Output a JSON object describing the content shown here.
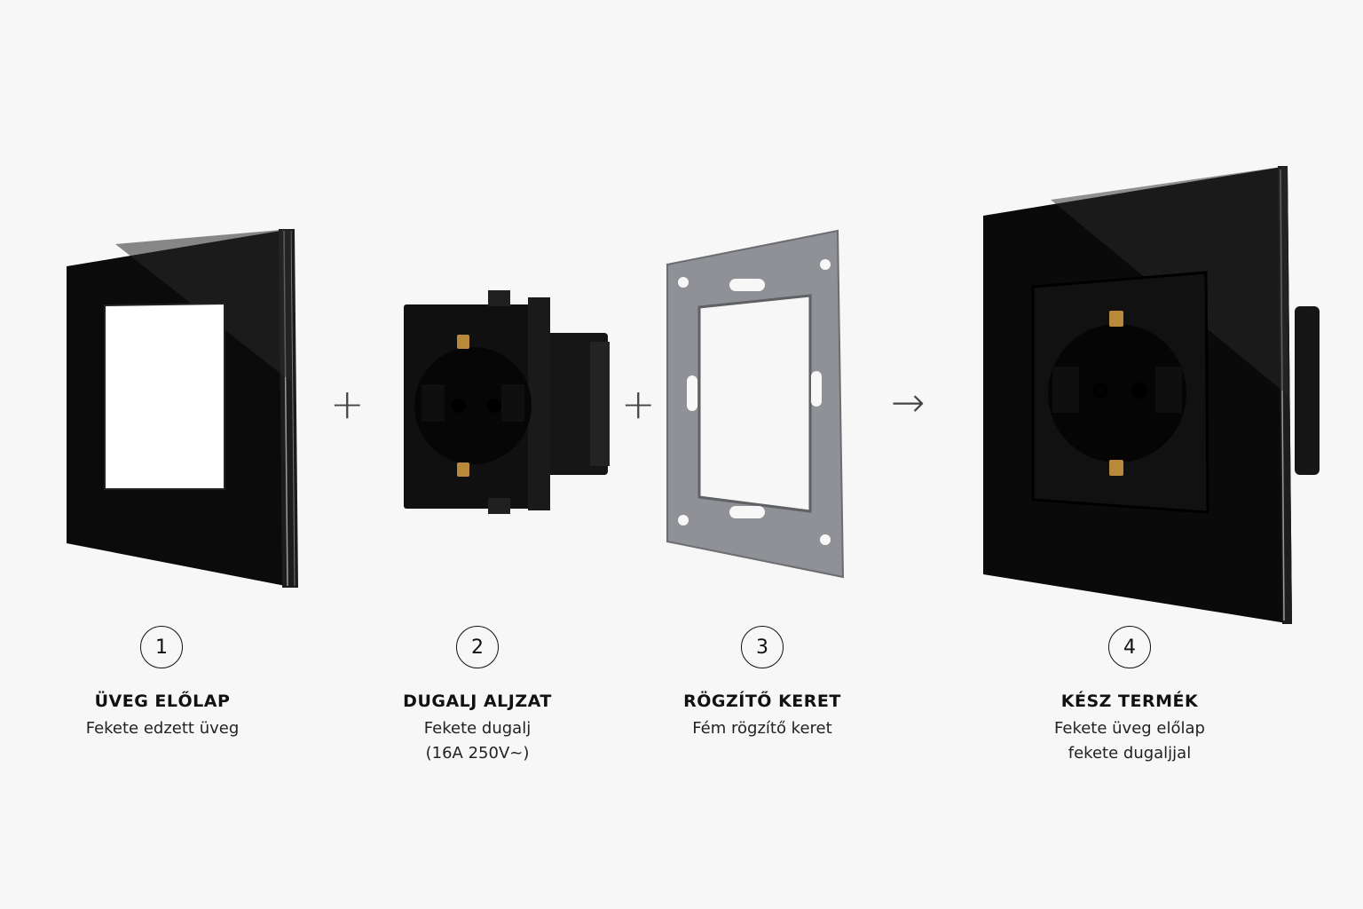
{
  "steps": [
    {
      "number": "1",
      "title": "ÜVEG ELŐLAP",
      "lines": [
        "Fekete edzett üveg"
      ],
      "icon": "glass-frame"
    },
    {
      "number": "2",
      "title": "DUGALJ ALJZAT",
      "lines": [
        "Fekete dugalj",
        "(16A 250V~)"
      ],
      "icon": "socket-insert"
    },
    {
      "number": "3",
      "title": "RÖGZÍTŐ KERET",
      "lines": [
        "Fém rögzítő keret"
      ],
      "icon": "metal-mounting-frame"
    },
    {
      "number": "4",
      "title": "KÉSZ TERMÉK",
      "lines": [
        "Fekete üveg előlap",
        "fekete dugaljjal"
      ],
      "icon": "finished-socket"
    }
  ],
  "operators": [
    "+",
    "+",
    "→"
  ],
  "colors": {
    "background": "#f7f7f7",
    "product": "#0b0b0b",
    "metal": "#8f9196",
    "text": "#111111"
  }
}
